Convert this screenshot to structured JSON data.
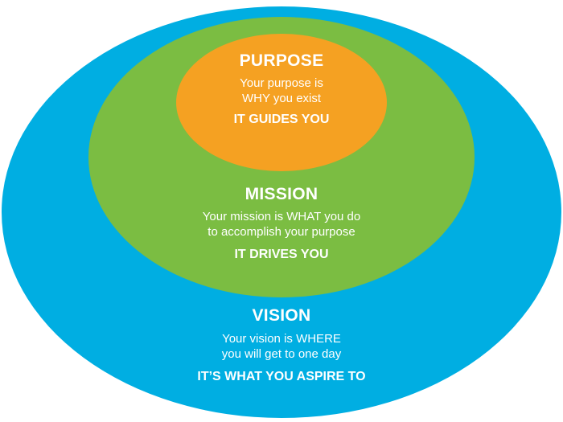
{
  "colors": {
    "vision": "#00aee2",
    "mission": "#7bbd42",
    "purpose": "#f5a122",
    "text": "#ffffff"
  },
  "purpose": {
    "title": "PURPOSE",
    "desc_line1": "Your purpose is",
    "desc_line2": "WHY you exist",
    "tagline": "IT GUIDES YOU"
  },
  "mission": {
    "title": "MISSION",
    "desc_line1": "Your mission is WHAT you do",
    "desc_line2": "to accomplish your purpose",
    "tagline": "IT DRIVES YOU"
  },
  "vision": {
    "title": "VISION",
    "desc_line1": "Your vision is WHERE",
    "desc_line2": "you will get to one day",
    "tagline": "IT’S WHAT YOU ASPIRE TO"
  }
}
